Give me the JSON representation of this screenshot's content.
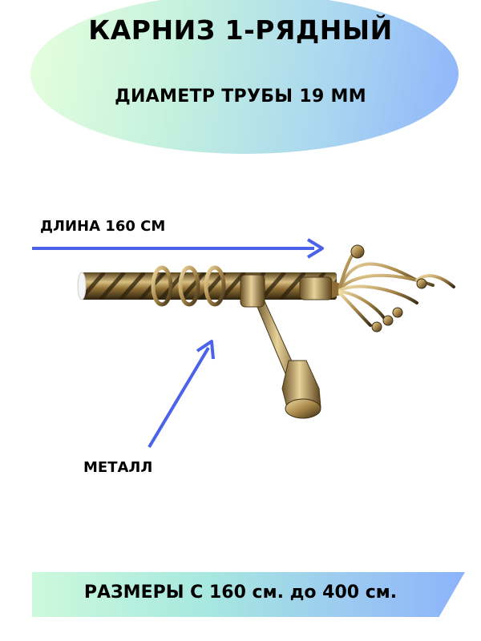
{
  "header": {
    "title": "КАРНИЗ 1-РЯДНЫЙ",
    "subtitle": "ДИАМЕТР ТРУБЫ 19 ММ"
  },
  "annotations": {
    "length_label": "ДЛИНА 160 СМ",
    "material_label": "МЕТАЛЛ"
  },
  "footer": {
    "sizes_text": "РАЗМЕРЫ С 160 см. до 400 см."
  },
  "colors": {
    "arrow": "#4a63e8",
    "bronze_light": "#e3c98a",
    "bronze_mid": "#a9884a",
    "bronze_dark": "#3b2d14"
  }
}
